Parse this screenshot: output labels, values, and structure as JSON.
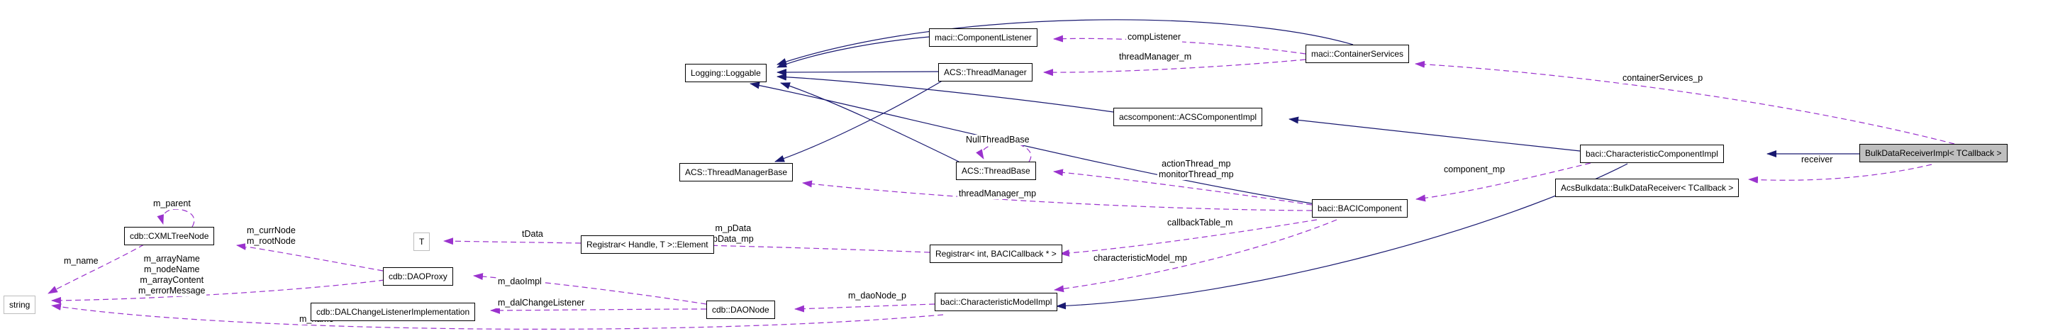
{
  "nodes": {
    "loggable": "Logging::Loggable",
    "component_listener": "maci::ComponentListener",
    "thread_manager": "ACS::ThreadManager",
    "container_services": "maci::ContainerServices",
    "acs_component_impl": "acscomponent::ACSComponentImpl",
    "thread_manager_base": "ACS::ThreadManagerBase",
    "thread_base": "ACS::ThreadBase",
    "baci_component": "baci::BACIComponent",
    "characteristic_component_impl": "baci::CharacteristicComponentImpl",
    "bulk_data_receiver_impl": "BulkDataReceiverImpl< TCallback >",
    "bulk_data_receiver": "AcsBulkdata::BulkDataReceiver< TCallback >",
    "registrar_int": "Registrar< int, BACICallback * >",
    "characteristic_model_impl": "baci::CharacteristicModelImpl",
    "registrar_element": "Registrar< Handle, T >::Element",
    "t": "T",
    "dao_proxy": "cdb::DAOProxy",
    "cxml_tree_node": "cdb::CXMLTreeNode",
    "string": "string",
    "dal_change_listener_impl": "cdb::DALChangeListenerImplementation",
    "dao_node": "cdb::DAONode"
  },
  "edge_labels": {
    "comp_listener": "compListener",
    "thread_manager_m": "threadManager_m",
    "container_services_p": "containerServices_p",
    "receiver": "receiver",
    "component_mp": "component_mp",
    "action_thread_mp": "actionThread_mp",
    "monitor_thread_mp": "monitorThread_mp",
    "thread_manager_mp": "threadManager_mp",
    "null_thread_base": "NullThreadBase",
    "callback_table_m": "callbackTable_m",
    "characteristic_model_mp": "characteristicModel_mp",
    "m_pdata": "m_pData",
    "pdata_mp": "pData_mp",
    "tdata": "tData",
    "m_dao_node_p": "m_daoNode_p",
    "m_dao_impl": "m_daoImpl",
    "m_dal_change_listener": "m_dalChangeListener",
    "m_curr_node": "m_currNode",
    "m_root_node": "m_rootNode",
    "m_parent": "m_parent",
    "m_name_tree": "m_name",
    "m_array_name": "m_arrayName",
    "m_node_name": "m_nodeName",
    "m_array_content": "m_arrayContent",
    "m_error_message": "m_errorMessage",
    "m_name_model": "m_name"
  },
  "colors": {
    "inheritance_edge": "#191970",
    "usage_edge": "#9a32cd",
    "node_border": "#000000",
    "undocumented_node_border": "#bdbdbd",
    "current_node_fill": "#bfbfbf",
    "background": "#ffffff"
  }
}
